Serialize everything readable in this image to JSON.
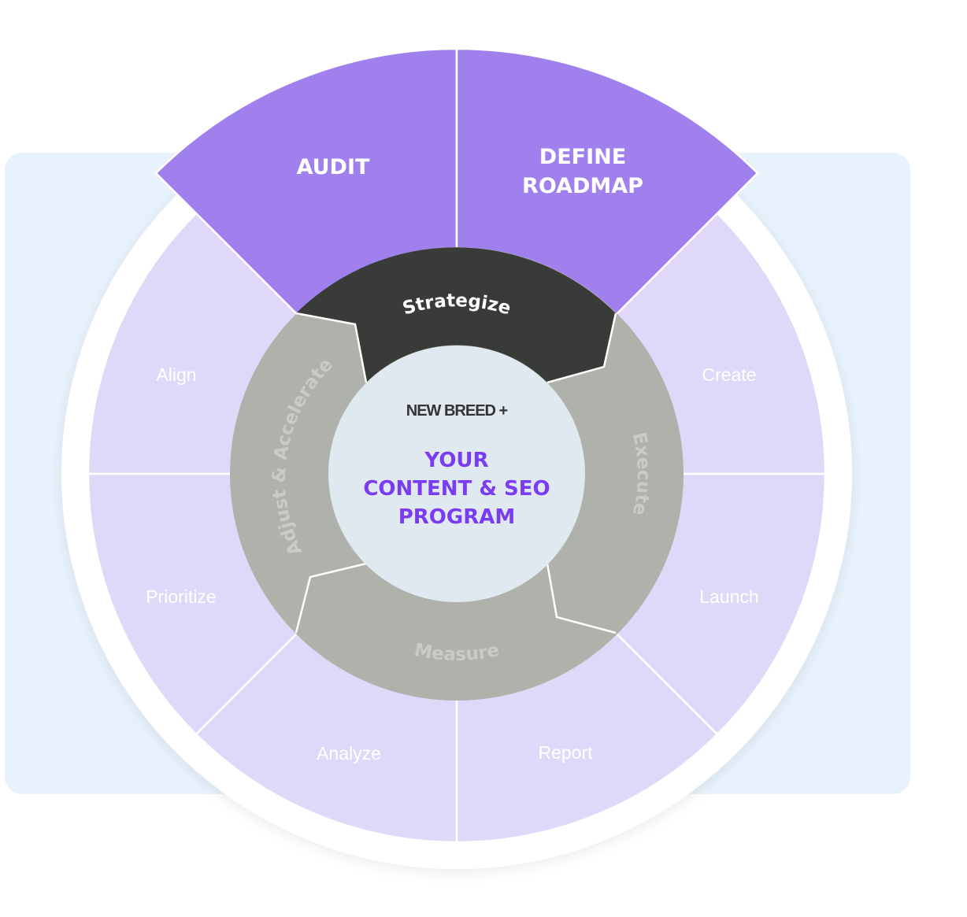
{
  "brand": "NEW BREED +",
  "center": {
    "line1": "YOUR",
    "line2": "CONTENT & SEO",
    "line3": "PROGRAM"
  },
  "phases": {
    "strategize": "Strategize",
    "execute": "Execute",
    "measure": "Measure",
    "adjust": "Adjust & Accelerate"
  },
  "highlighted_steps": {
    "audit": "AUDIT",
    "roadmap_line1": "DEFINE",
    "roadmap_line2": "ROADMAP"
  },
  "steps": {
    "align": "Align",
    "create": "Create",
    "prioritize": "Prioritize",
    "launch": "Launch",
    "analyze": "Analyze",
    "report": "Report"
  },
  "colors": {
    "background": "#e8f2fc",
    "segment": "#e0d8f8",
    "highlight": "#9f80ed",
    "ring": "#aeb2ab",
    "strategize": "#393b38",
    "center": "#e0e8f0",
    "title": "#7a3cf0"
  }
}
